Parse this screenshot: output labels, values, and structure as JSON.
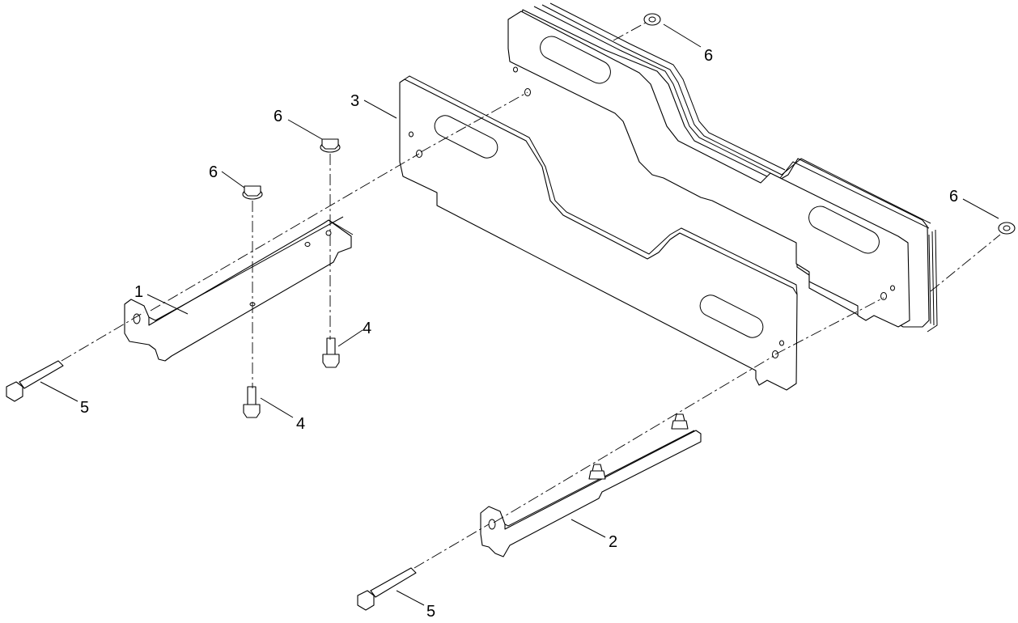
{
  "diagram": {
    "callouts": [
      {
        "id": "callout-1",
        "label": "1"
      },
      {
        "id": "callout-2",
        "label": "2"
      },
      {
        "id": "callout-3",
        "label": "3"
      },
      {
        "id": "callout-4a",
        "label": "4"
      },
      {
        "id": "callout-4b",
        "label": "4"
      },
      {
        "id": "callout-5a",
        "label": "5"
      },
      {
        "id": "callout-5b",
        "label": "5"
      },
      {
        "id": "callout-6a",
        "label": "6"
      },
      {
        "id": "callout-6b",
        "label": "6"
      },
      {
        "id": "callout-6c",
        "label": "6"
      },
      {
        "id": "callout-6d",
        "label": "6"
      }
    ]
  }
}
